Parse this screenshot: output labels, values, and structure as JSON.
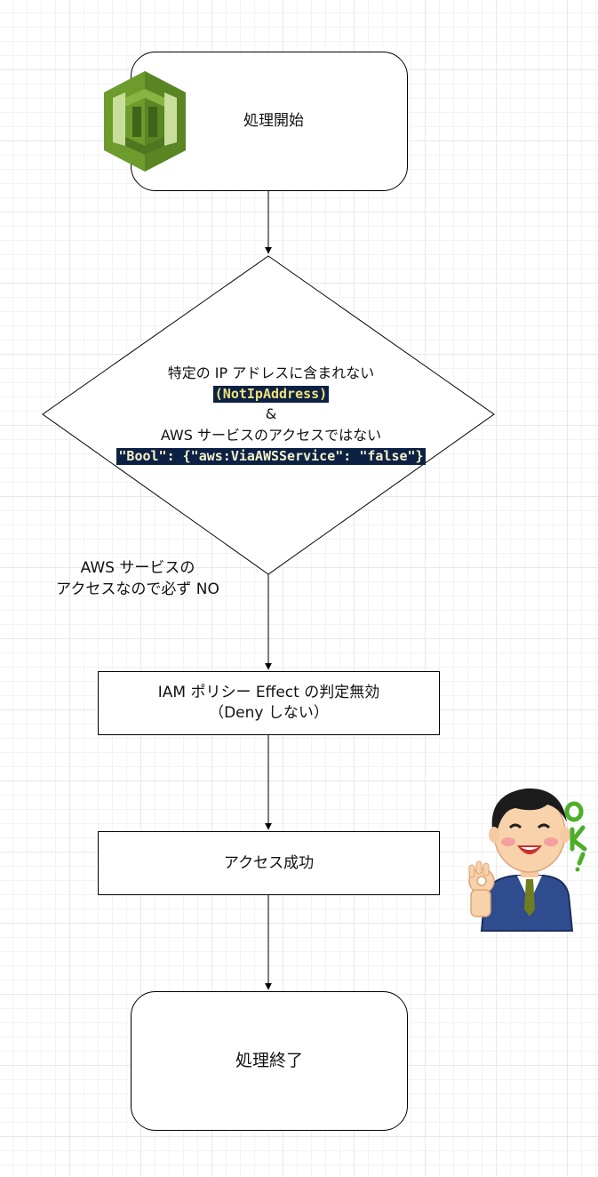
{
  "nodes": {
    "start": "処理開始",
    "decision": {
      "line1": "特定の IP アドレスに含まれない",
      "code1": "(NotIpAddress)",
      "line2": "&",
      "line3": "AWS サービスのアクセスではない",
      "code2": "\"Bool\": {\"aws:ViaAWSService\": \"false\"}"
    },
    "iam_line1": "IAM ポリシー Effect の判定無効",
    "iam_line2": "（Deny しない）",
    "success": "アクセス成功",
    "end": "処理終了"
  },
  "edge_label": {
    "line1": "AWS サービスの",
    "line2": "アクセスなので必ず NO"
  },
  "illustration": {
    "ok_text": "OK!"
  },
  "colors": {
    "code_bg": "#0d2145",
    "code_text": "#f0e27a",
    "aws_green": "#6d9b2c",
    "ok_green": "#4caf2a"
  }
}
